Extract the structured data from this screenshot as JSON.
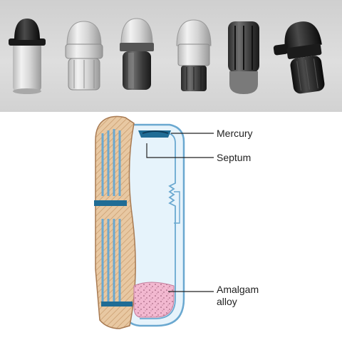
{
  "photo": {
    "capsule_count": 6
  },
  "diagram": {
    "labels": {
      "mercury": "Mercury",
      "septum": "Septum",
      "alloy_line1": "Amalgam",
      "alloy_line2": "alloy"
    },
    "colors": {
      "body_outline": "#6aa8d0",
      "body_fill": "#e6f3fb",
      "plunger_fill": "#e8c8a2",
      "plunger_hatch": "#c79a6b",
      "pestle_tube": "#a9cfe6",
      "septum_band": "#1f6c95",
      "amalgam_alloy": "#f2b8d0",
      "leader_line": "#222222"
    }
  }
}
